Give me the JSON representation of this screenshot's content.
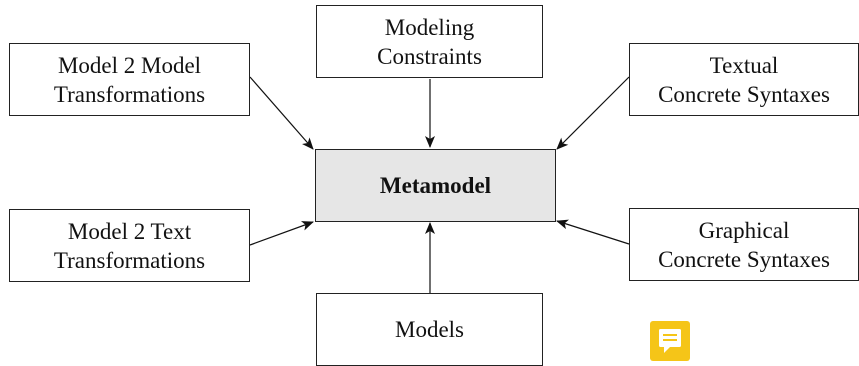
{
  "center": {
    "label": "Metamodel"
  },
  "nodes": {
    "modeling_constraints": [
      "Modeling",
      "Constraints"
    ],
    "m2m": [
      "Model 2 Model",
      "Transformations"
    ],
    "textual": [
      "Textual",
      "Concrete Syntaxes"
    ],
    "m2t": [
      "Model 2 Text",
      "Transformations"
    ],
    "graphical": [
      "Graphical",
      "Concrete Syntaxes"
    ],
    "models": [
      "Models"
    ]
  },
  "edges": [
    {
      "from": "Modeling Constraints",
      "to": "Metamodel"
    },
    {
      "from": "Model 2 Model Transformations",
      "to": "Metamodel"
    },
    {
      "from": "Textual Concrete Syntaxes",
      "to": "Metamodel"
    },
    {
      "from": "Model 2 Text Transformations",
      "to": "Metamodel"
    },
    {
      "from": "Graphical Concrete Syntaxes",
      "to": "Metamodel"
    },
    {
      "from": "Models",
      "to": "Metamodel"
    }
  ],
  "colors": {
    "center_fill": "#e6e6e6",
    "border": "#222222",
    "note_icon": "#f5c518"
  },
  "icons": {
    "note": "comment-note-icon"
  }
}
